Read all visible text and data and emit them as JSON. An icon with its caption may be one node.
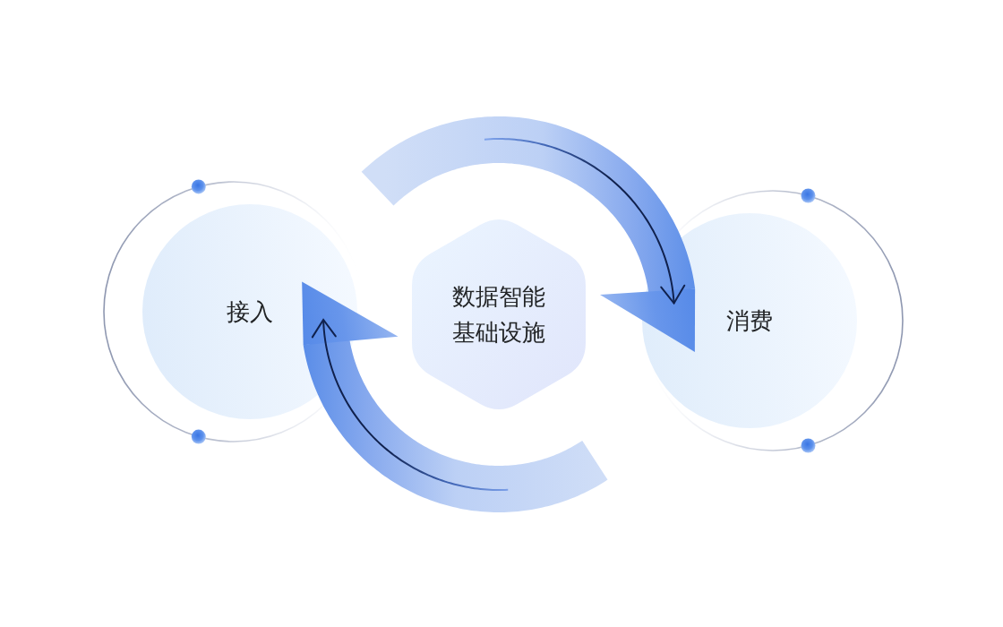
{
  "diagram": {
    "nodes": [
      {
        "text": [
          "接入"
        ]
      },
      {
        "text": [
          "数据智能基础设施"
        ]
      },
      {
        "text": [
          "消费"
        ]
      }
    ],
    "edges": [
      {
        "from": null,
        "to": 2,
        "arrow": "to"
      },
      {
        "from": null,
        "to": 0,
        "arrow": "to"
      }
    ]
  }
}
